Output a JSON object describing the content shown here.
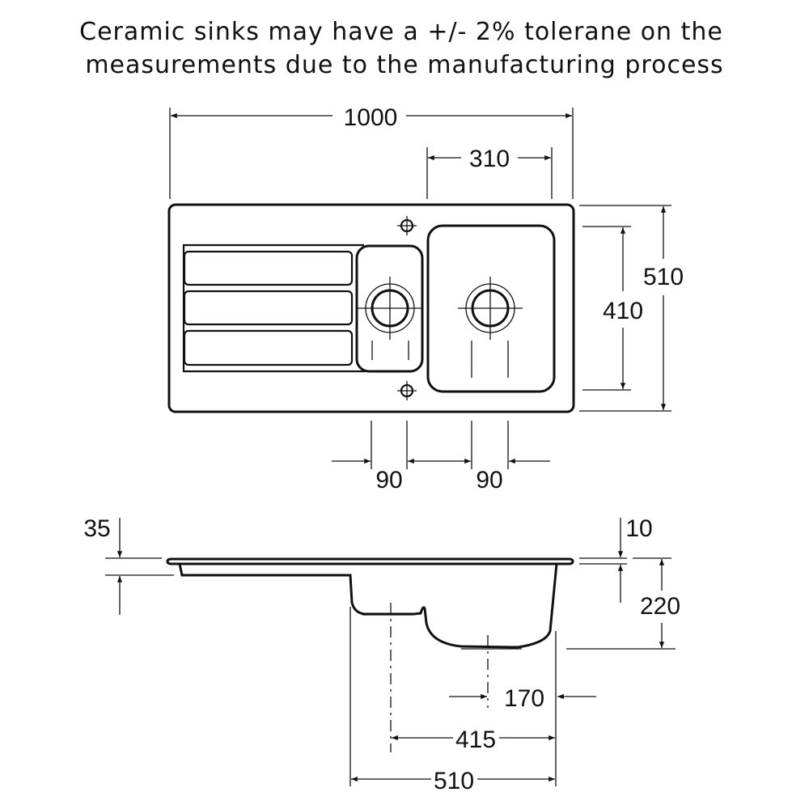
{
  "note": {
    "line1": "Ceramic sinks may have a +/- 2% tolerane on the",
    "line2": "measurements due to the manufacturing process"
  },
  "top_view": {
    "overall_width": "1000",
    "bowl_width": "310",
    "overall_depth": "510",
    "bowl_depth": "410",
    "waste_offset_small": "90",
    "waste_offset_large": "90"
  },
  "side_view": {
    "thickness_drainer": "35",
    "rim_thickness": "10",
    "bowl_height": "220",
    "waste_to_edge": "170",
    "small_waste_to_edge": "415",
    "bowl_section_width": "510"
  }
}
